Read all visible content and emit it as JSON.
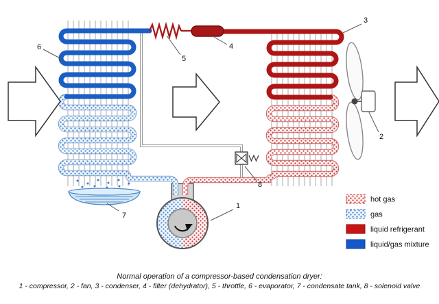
{
  "diagram": {
    "callouts": {
      "compressor": "1",
      "fan": "2",
      "condenser": "3",
      "filter": "4",
      "throttle": "5",
      "evaporator": "6",
      "condensate_tank": "7",
      "solenoid_valve": "8"
    },
    "colors": {
      "hot_gas_dot": "#cc3b3b",
      "gas_dot": "#4d88cc",
      "liquid_refrigerant": "#b01515",
      "liquid_gas_mixture": "#1a5ec4"
    }
  },
  "legend": {
    "items": [
      {
        "label": "hot gas",
        "style": "dots-red"
      },
      {
        "label": "gas",
        "style": "dots-blue"
      },
      {
        "label": "liquid refrigerant",
        "style": "solid-red",
        "color": "#c81414"
      },
      {
        "label": "liquid/gas mixture",
        "style": "solid-blue",
        "color": "#1658c8"
      }
    ]
  },
  "caption": {
    "title": "Normal operation of a compressor-based condensation dryer:",
    "parts": "1 - compressor, 2 - fan, 3 - condenser, 4 - filter (dehydrator), 5 - throttle, 6 - evaporator, 7 - condensate tank, 8 - solenoid valve"
  }
}
